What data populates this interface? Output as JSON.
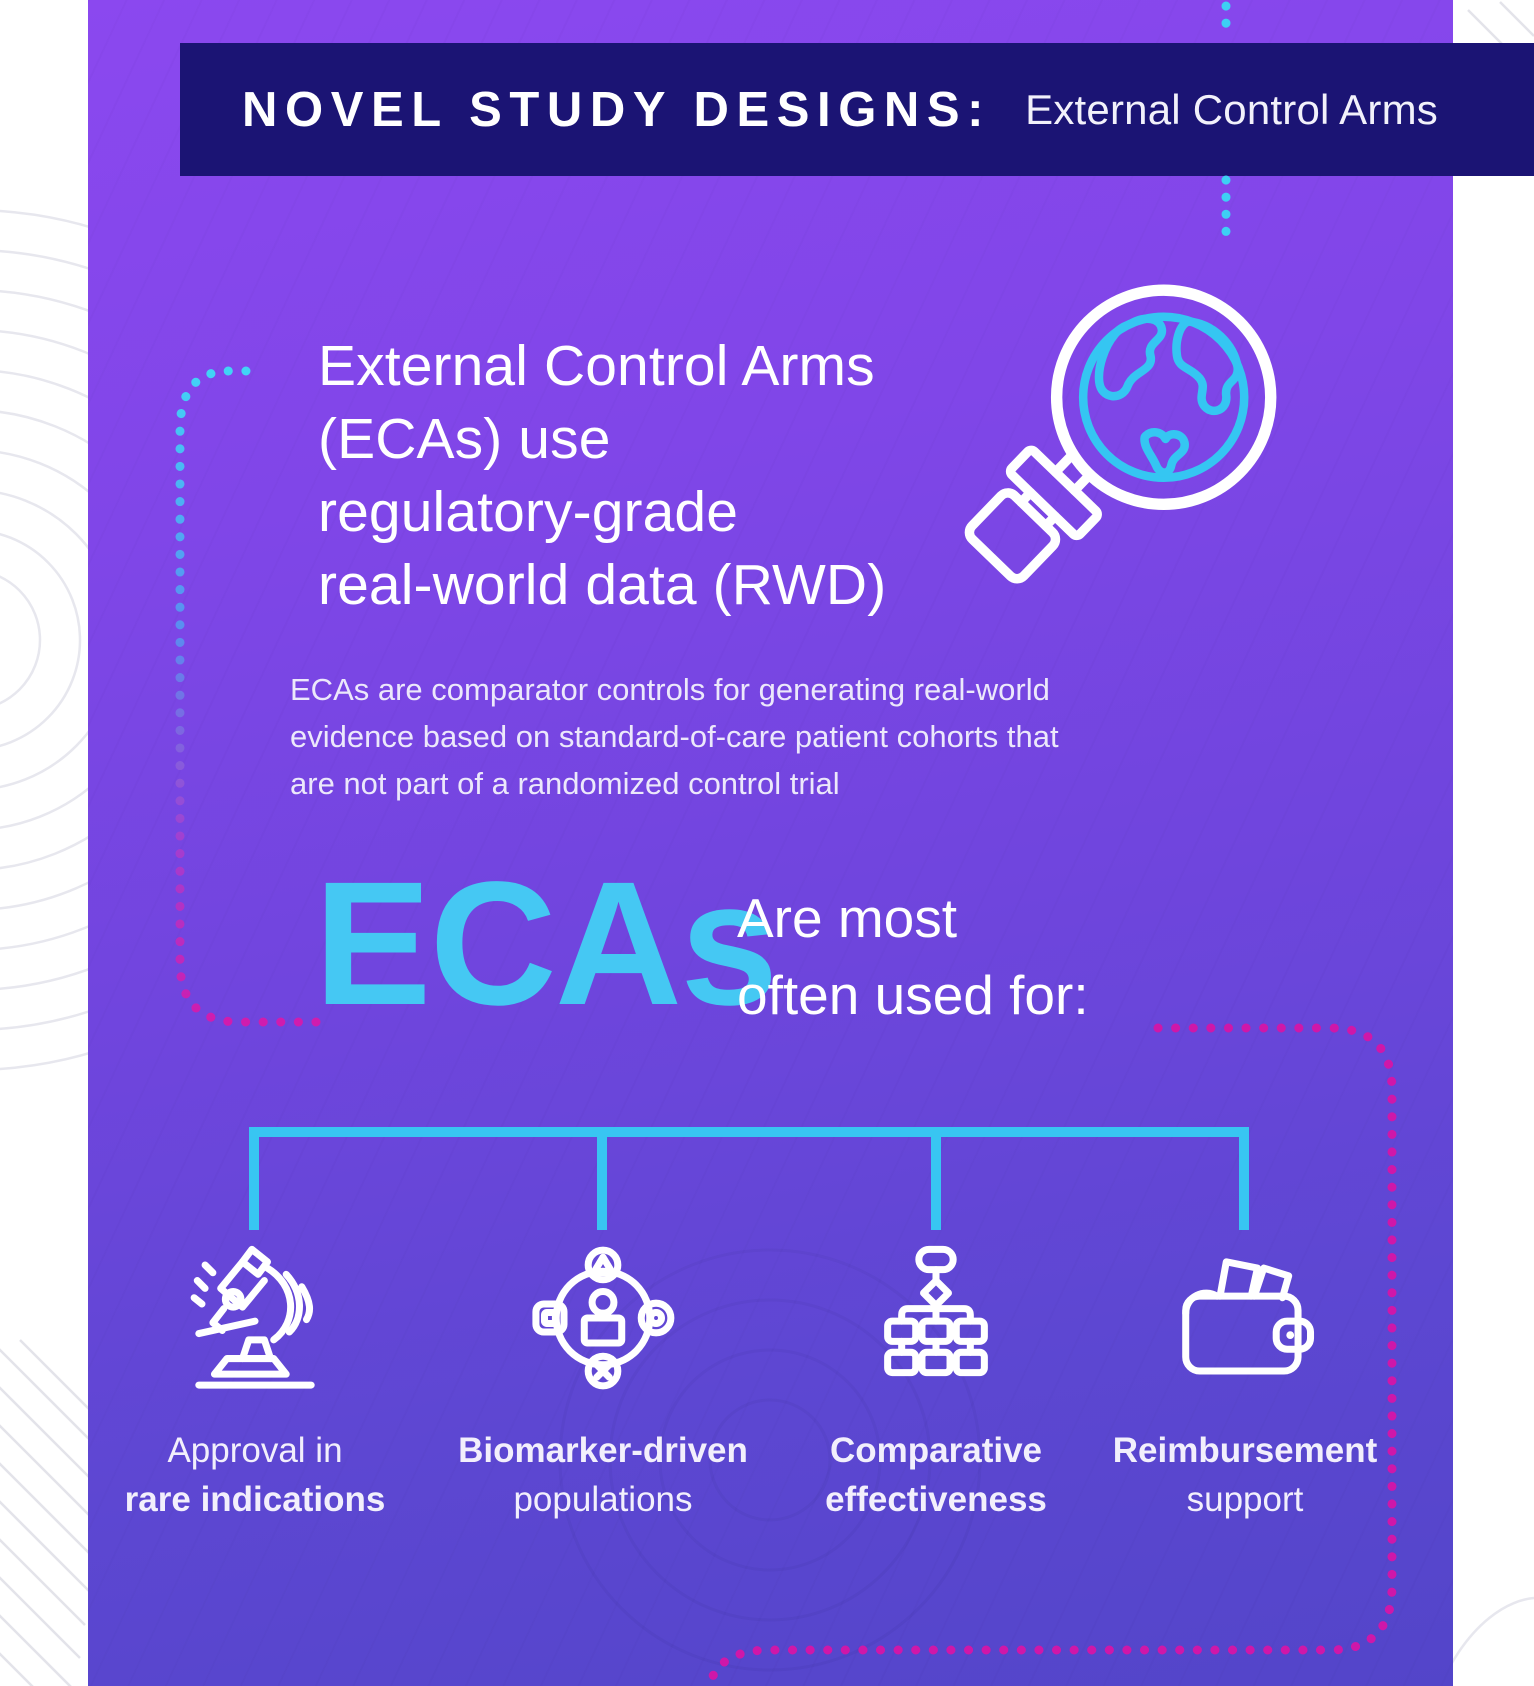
{
  "banner": {
    "title": "NOVEL STUDY DESIGNS:",
    "subtitle": "External Control Arms",
    "bg": "#1b1474"
  },
  "intro": {
    "heading_lines": [
      "External Control Arms",
      "(ECAs) use",
      "regulatory-grade",
      "real-world data (RWD)"
    ],
    "body_lines": [
      "ECAs are comparator controls for generating real-world",
      "evidence based on standard-of-care patient cohorts that",
      "are not part of a randomized control trial"
    ]
  },
  "usage": {
    "keyword": "ECAs",
    "suffix_lines": [
      "Are most",
      "often used for:"
    ]
  },
  "columns": [
    {
      "icon": "microscope-icon",
      "line1": "Approval in",
      "line2": "rare indications"
    },
    {
      "icon": "biomarker-population-icon",
      "line1": "Biomarker-driven",
      "line2": "populations"
    },
    {
      "icon": "flowchart-icon",
      "line1": "Comparative",
      "line2": "effectiveness"
    },
    {
      "icon": "wallet-icon",
      "line1": "Reimbursement",
      "line2": "support"
    }
  ],
  "decor": {
    "magnifier_icon": "globe-magnifier-icon"
  },
  "colors": {
    "accent_cyan": "#3dd0f4",
    "accent_magenta": "#cf17a9",
    "bracket_cyan": "#38c5f2",
    "keyword_cyan": "#45c8f3",
    "banner_navy": "#1b1474",
    "purple_top": "#8b48ef",
    "purple_bottom": "#5345c9"
  }
}
